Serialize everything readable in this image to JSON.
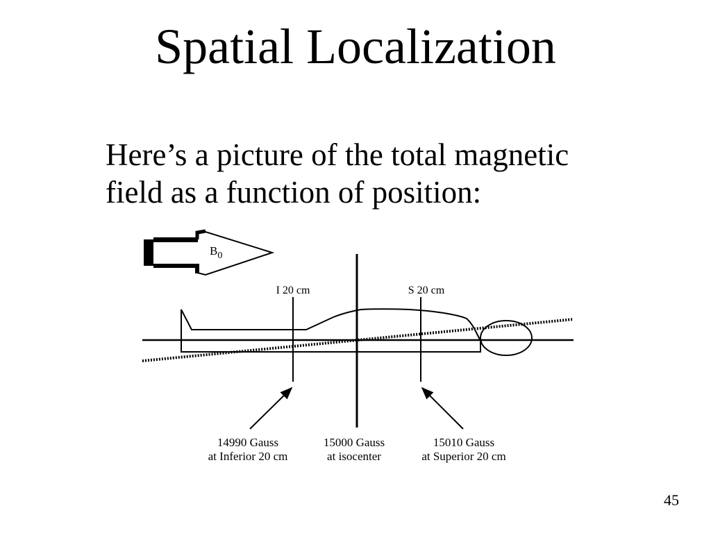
{
  "slide": {
    "title": "Spatial Localization",
    "body_line_1": "Here’s a picture of the total magnetic",
    "body_line_2": "field as a function of position:",
    "page_number": "45"
  },
  "diagram": {
    "field_arrow": {
      "label_main": "B",
      "label_subscript": "0"
    },
    "markers": {
      "inferior": "I 20 cm",
      "superior": "S 20 cm"
    },
    "annotations": {
      "inferior_line_1": "14990 Gauss",
      "inferior_line_2": "at Inferior 20 cm",
      "center_line_1": "15000 Gauss",
      "center_line_2": "at isocenter",
      "superior_line_1": "15010 Gauss",
      "superior_line_2": "at Superior 20 cm"
    }
  }
}
